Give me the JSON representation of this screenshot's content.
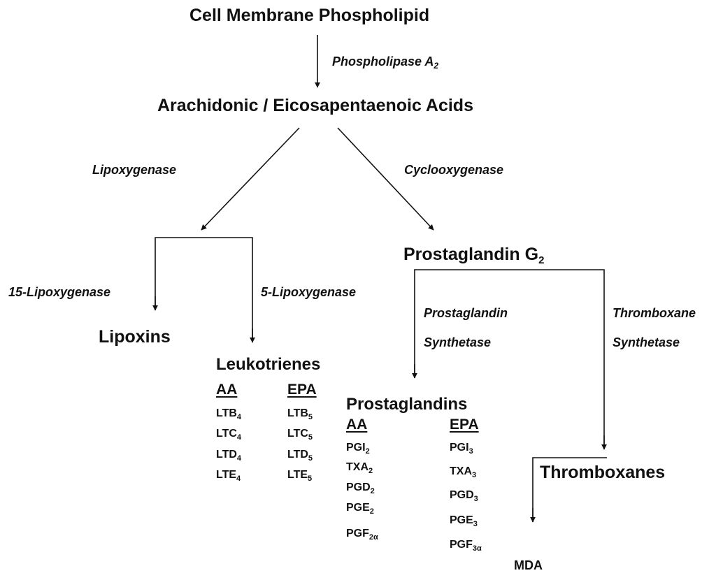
{
  "nodes": {
    "phospholipid": "Cell Membrane Phospholipid",
    "acids": "Arachidonic / Eicosapentaenoic Acids",
    "pgg2": {
      "text": "Prostaglandin G",
      "sub": "2"
    },
    "lipoxins": "Lipoxins",
    "leukotrienes": "Leukotrienes",
    "prostaglandins": "Prostaglandins",
    "thromboxanes": "Thromboxanes",
    "mda": "MDA"
  },
  "enzymes": {
    "phospholipase": {
      "text": "Phospholipase A",
      "sub": "2"
    },
    "lipoxygenase": "Lipoxygenase",
    "cyclooxygenase": "Cyclooxygenase",
    "lox15": "15-Lipoxygenase",
    "lox5": "5-Lipoxygenase",
    "pg_synthetase": [
      "Prostaglandin",
      "Synthetase"
    ],
    "tx_synthetase": [
      "Thromboxane",
      "Synthetase"
    ]
  },
  "leukotrienes": {
    "aa_heading": "AA",
    "epa_heading": "EPA",
    "aa_items": [
      {
        "base": "LTB",
        "sub": "4"
      },
      {
        "base": "LTC",
        "sub": "4"
      },
      {
        "base": "LTD",
        "sub": "4"
      },
      {
        "base": "LTE",
        "sub": "4"
      }
    ],
    "epa_items": [
      {
        "base": "LTB",
        "sub": "5"
      },
      {
        "base": "LTC",
        "sub": "5"
      },
      {
        "base": "LTD",
        "sub": "5"
      },
      {
        "base": "LTE",
        "sub": "5"
      }
    ]
  },
  "prostaglandins": {
    "aa_heading": "AA",
    "epa_heading": "EPA",
    "aa_items": [
      {
        "base": "PGI",
        "sub": "2"
      },
      {
        "base": "TXA",
        "sub": "2"
      },
      {
        "base": "PGD",
        "sub": "2"
      },
      {
        "base": "PGE",
        "sub": "2"
      },
      {
        "base": "PGF",
        "sub": "2α"
      }
    ],
    "epa_items": [
      {
        "base": "PGI",
        "sub": "3"
      },
      {
        "base": "TXA",
        "sub": "3"
      },
      {
        "base": "PGD",
        "sub": "3"
      },
      {
        "base": "PGE",
        "sub": "3"
      },
      {
        "base": "PGF",
        "sub": "3α"
      }
    ]
  }
}
